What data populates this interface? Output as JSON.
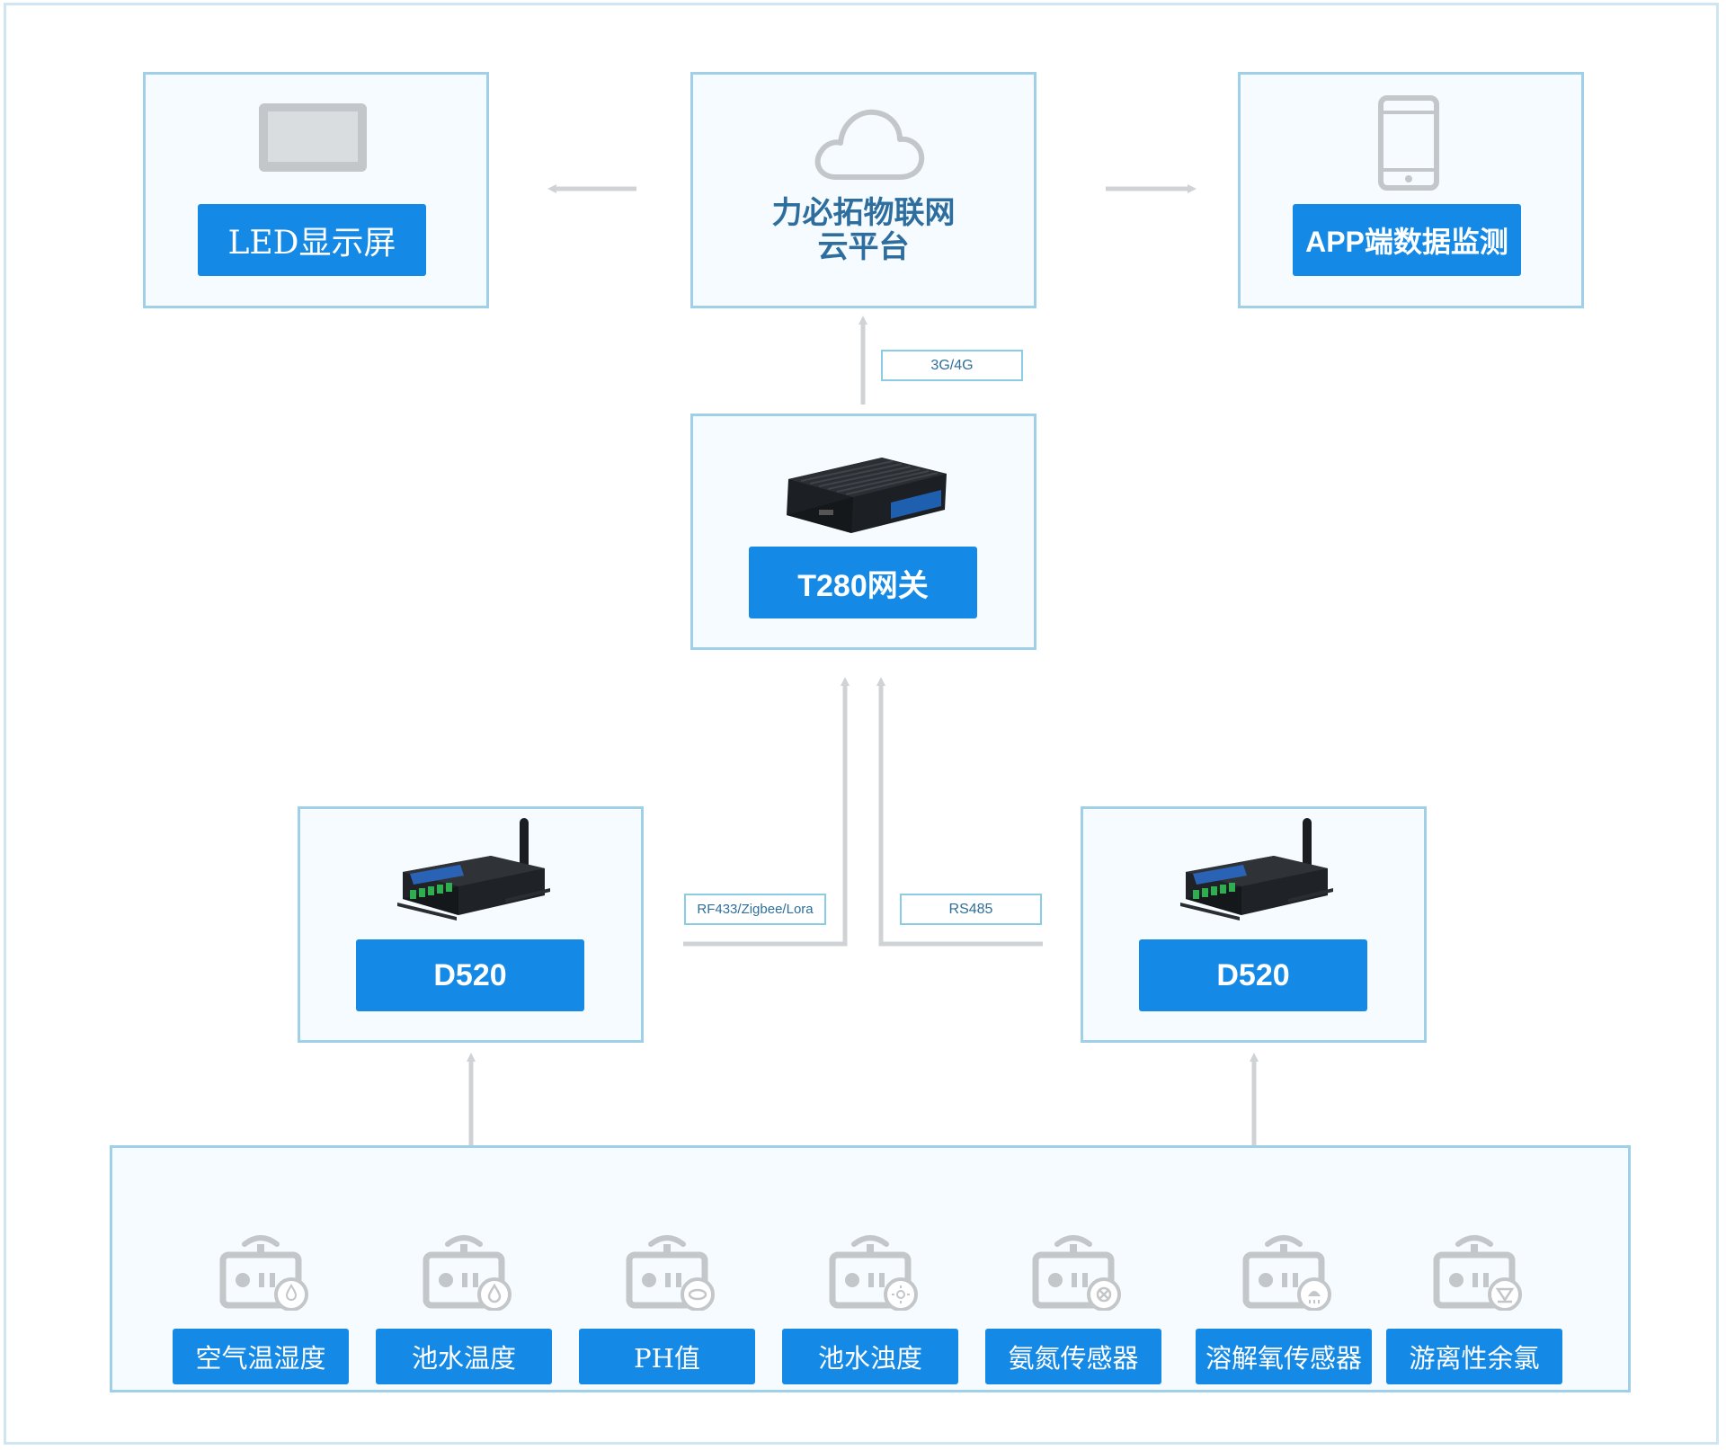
{
  "top": {
    "led_label": "LED显示屏",
    "cloud_line1": "力必拓物联网",
    "cloud_line2": "云平台",
    "app_label": "APP端数据监测"
  },
  "links": {
    "network": "3G/4G",
    "wireless": "RF433/Zigbee/Lora",
    "serial": "RS485"
  },
  "gateway": {
    "label": "T280网关"
  },
  "nodes": {
    "left_label": "D520",
    "right_label": "D520"
  },
  "sensors": [
    "空气温湿度",
    "池水温度",
    "PH值",
    "池水浊度",
    "氨氮传感器",
    "溶解氧传感器",
    "游离性余氯"
  ],
  "colors": {
    "accent": "#1589e6",
    "border": "#9fd0e8",
    "card_bg": "#f5fbfe",
    "arrow": "#cfd3d6",
    "icon": "#c3c7ca"
  },
  "icons": {
    "led": "monitor-icon",
    "cloud": "cloud-icon",
    "app": "phone-icon",
    "gateway": "gateway-device-icon",
    "node": "wireless-node-device-icon",
    "sensor": "sensor-icon"
  }
}
